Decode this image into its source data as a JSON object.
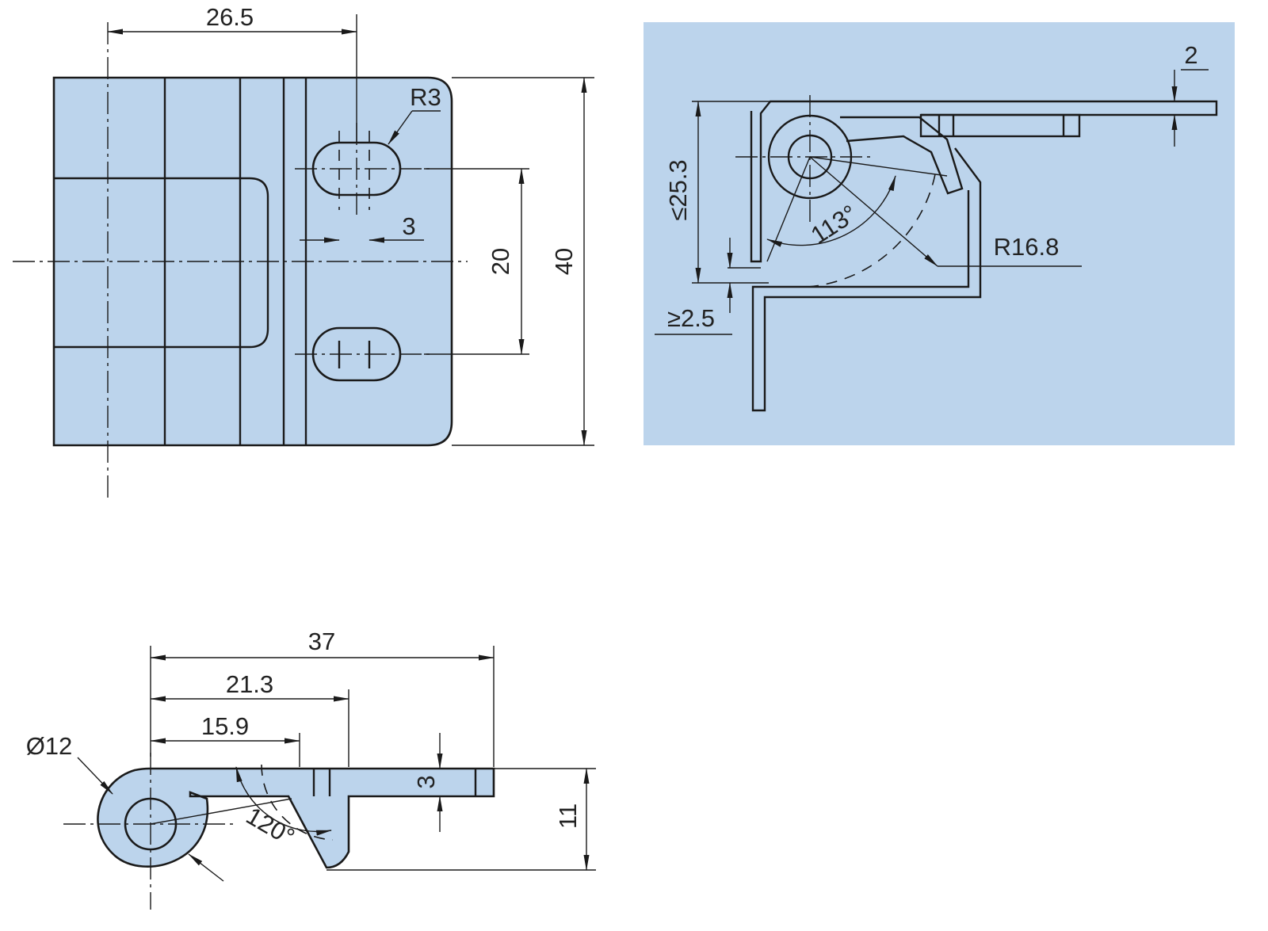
{
  "colors": {
    "part_fill": "#bcd4ec",
    "line": "#1a1a1a",
    "background": "#ffffff"
  },
  "front_view": {
    "dim_26_5": "26.5",
    "dim_r3": "R3",
    "dim_3": "3",
    "dim_20": "20",
    "dim_40": "40"
  },
  "side_view": {
    "dim_2": "2",
    "dim_25_3": "≤25.3",
    "dim_113": "113°",
    "dim_r16_8": "R16.8",
    "dim_2_5": "≥2.5"
  },
  "bottom_view": {
    "dim_37": "37",
    "dim_21_3": "21.3",
    "dim_15_9": "15.9",
    "dim_d12": "Ø12",
    "dim_3": "3",
    "dim_120": "120°",
    "dim_11": "11"
  }
}
